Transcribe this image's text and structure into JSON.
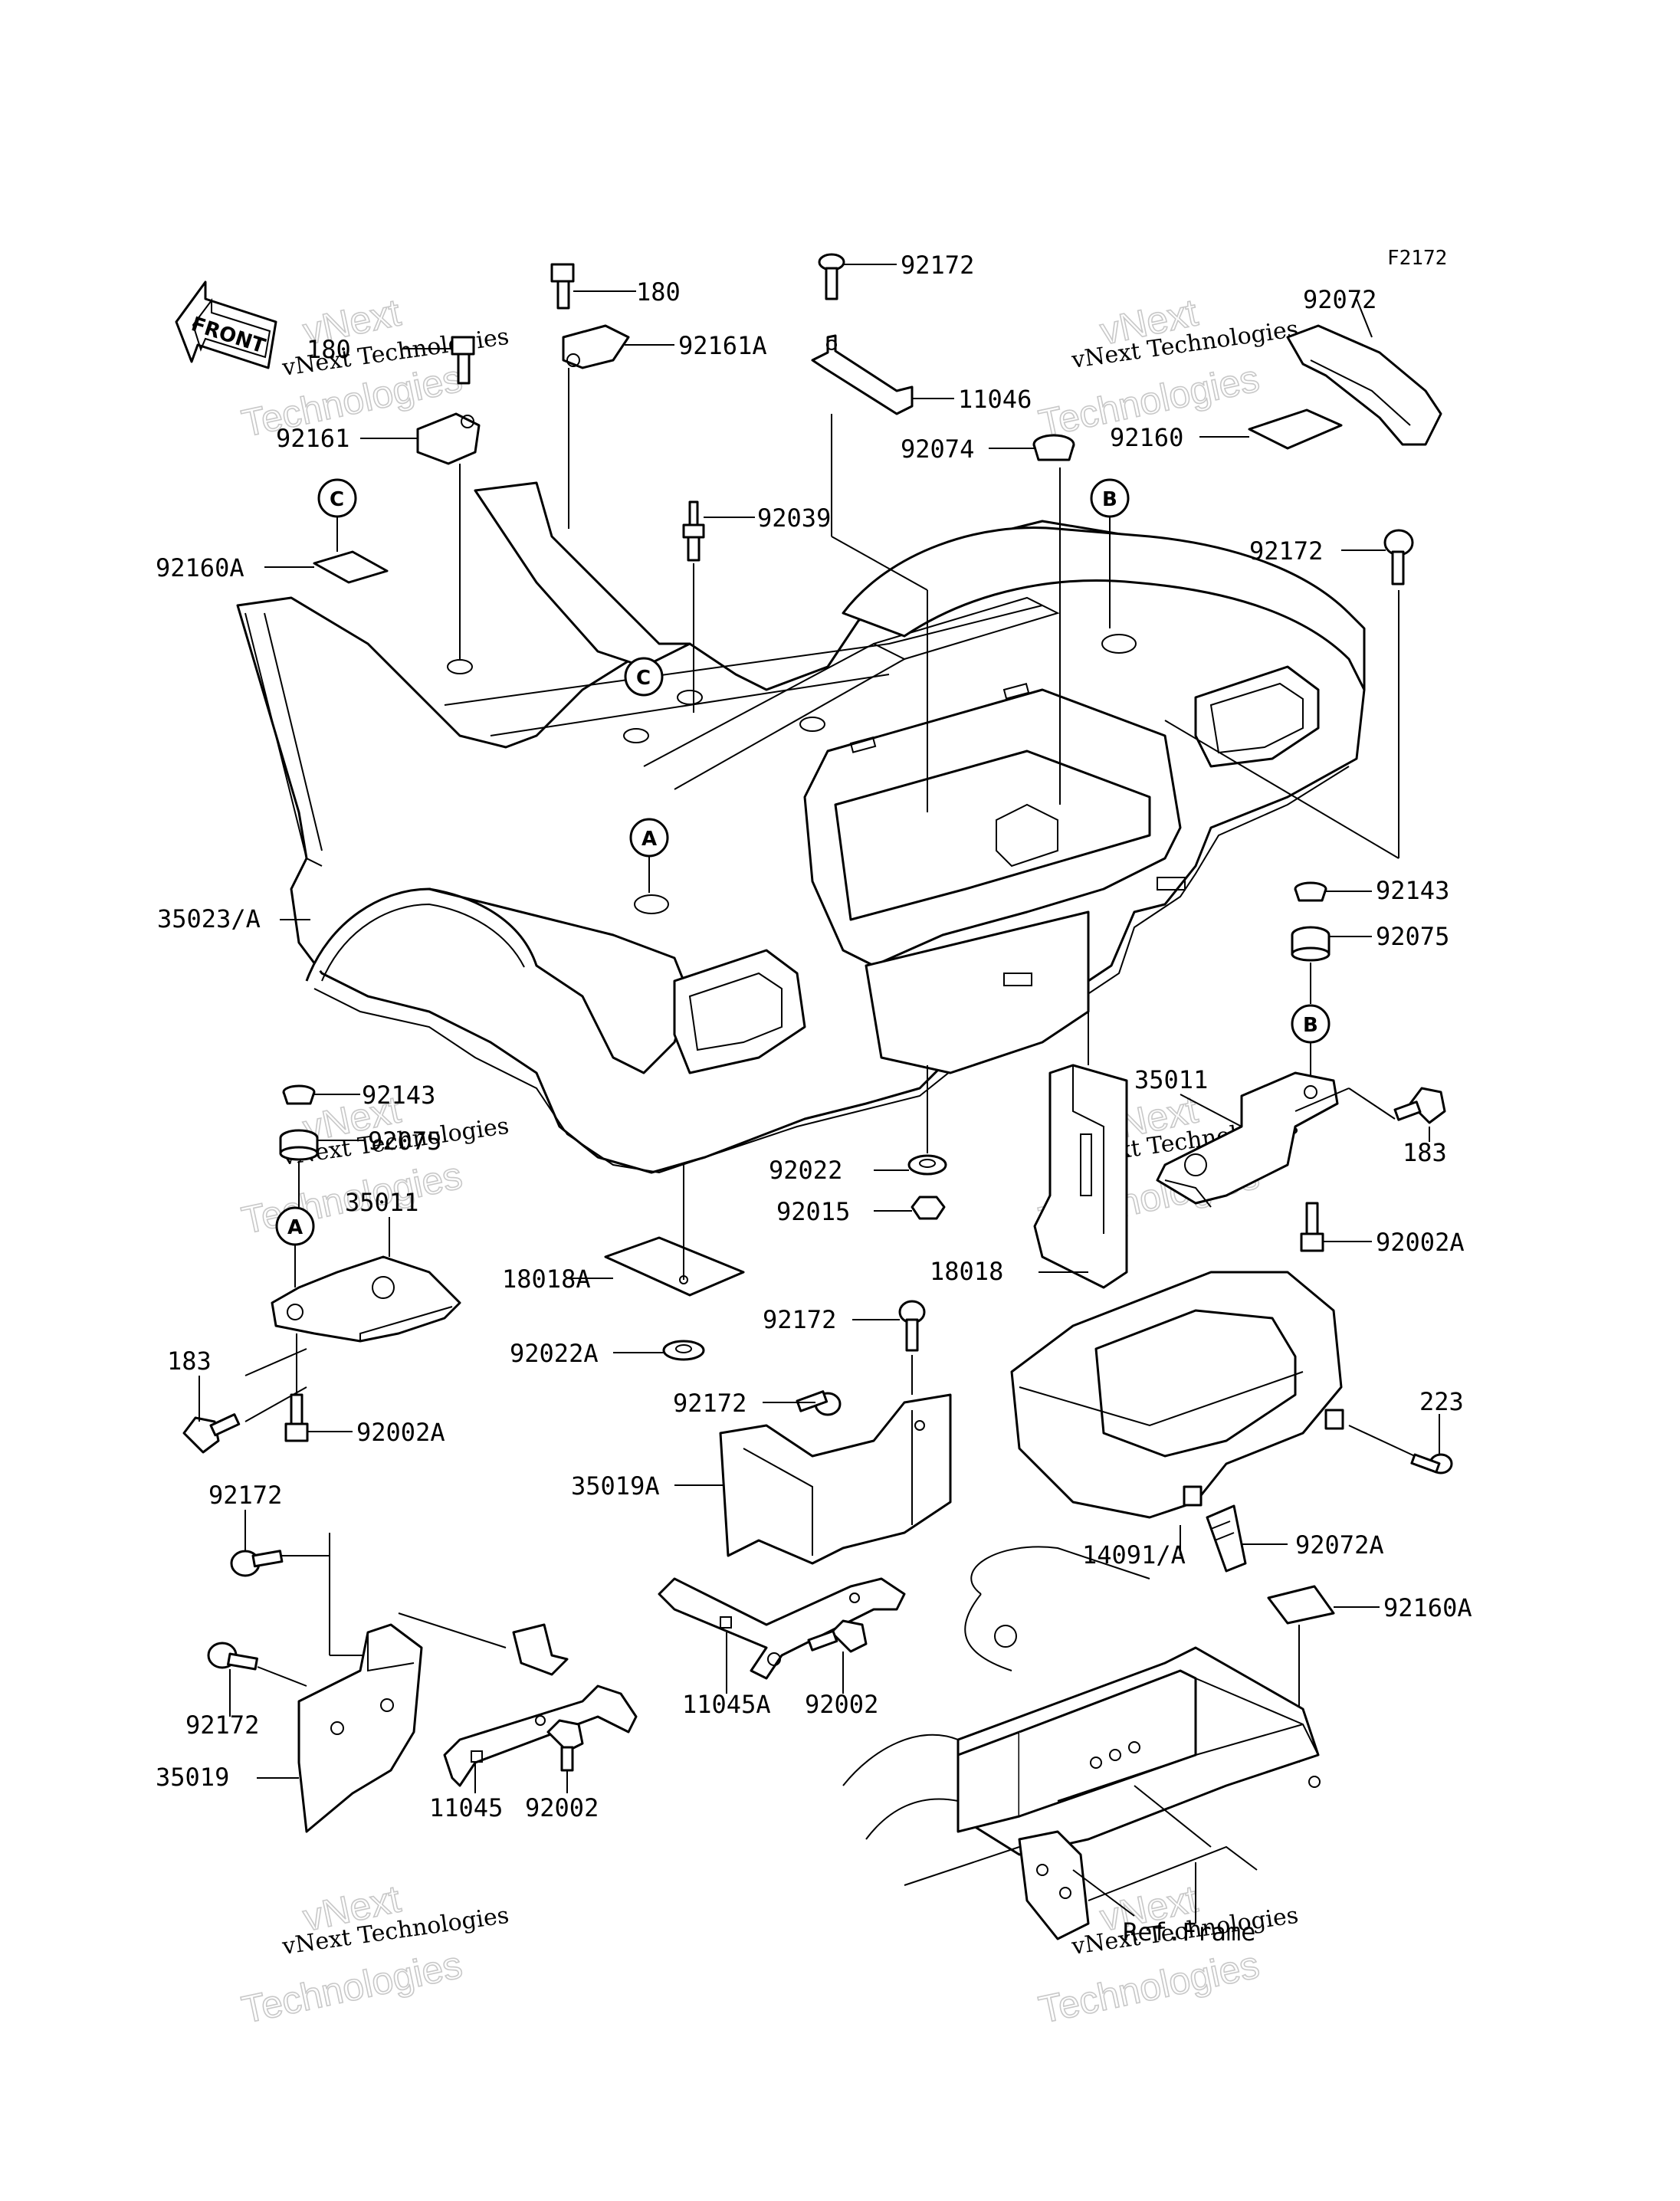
{
  "diagram": {
    "code": "F2172",
    "front_label": "FRONT",
    "ref_label": "Ref.Frame",
    "watermark": {
      "line1": "vNext Technologies",
      "line2": "vNext",
      "line3": "Technologies"
    },
    "callouts": [
      "A",
      "B",
      "C"
    ],
    "part_labels": [
      "180",
      "180",
      "92161A",
      "92161",
      "92172",
      "11046",
      "92074",
      "92072",
      "92160",
      "92039",
      "92160A",
      "92172",
      "35023/A",
      "92143",
      "92075",
      "92143",
      "92075",
      "35011",
      "35011",
      "183",
      "183",
      "92002A",
      "92002A",
      "92022",
      "92015",
      "18018",
      "18018A",
      "92022A",
      "92172",
      "92172",
      "35019A",
      "223",
      "14091/A",
      "92072A",
      "92160A",
      "92172",
      "92172",
      "35019",
      "11045A",
      "92002",
      "11045",
      "92002"
    ]
  }
}
